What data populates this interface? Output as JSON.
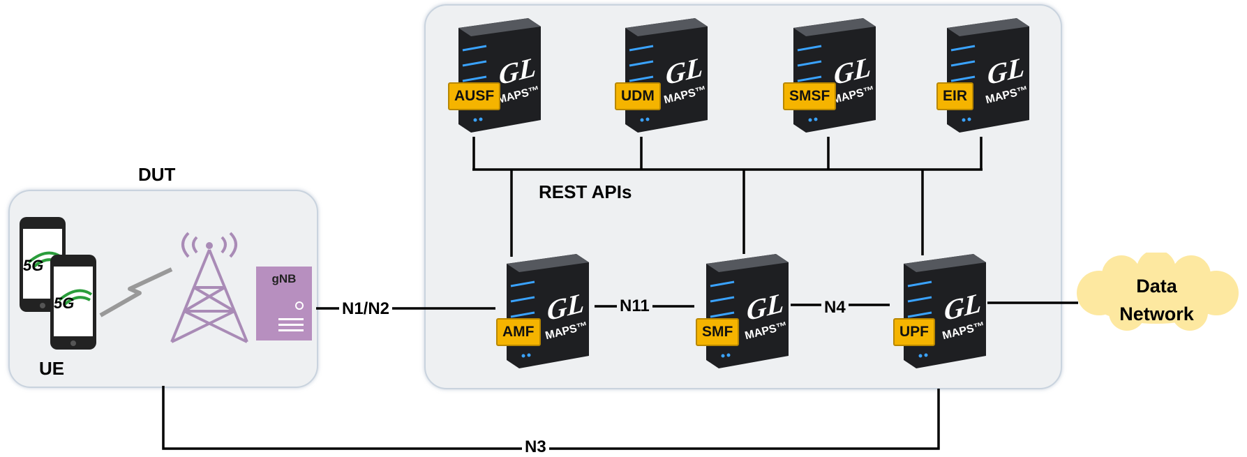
{
  "dut": {
    "title": "DUT",
    "ue_label": "UE",
    "gnb_label": "gNB",
    "phone_badge": "5G"
  },
  "core": {
    "rest_apis_label": "REST APIs"
  },
  "servers": {
    "brand": "GL",
    "brand_sub": "MAPS™",
    "ausf": "AUSF",
    "udm": "UDM",
    "smsf": "SMSF",
    "eir": "EIR",
    "amf": "AMF",
    "smf": "SMF",
    "upf": "UPF"
  },
  "interfaces": {
    "n1n2": "N1/N2",
    "n11": "N11",
    "n4": "N4",
    "n3": "N3"
  },
  "data_network": {
    "line1": "Data",
    "line2": "Network"
  },
  "colors": {
    "tag": "#f5b400",
    "server_body": "#1e1f22",
    "led": "#3aa3ff",
    "tower": "#a98bb6",
    "cloud": "#fde8a0",
    "panel": "#eef0f2"
  }
}
